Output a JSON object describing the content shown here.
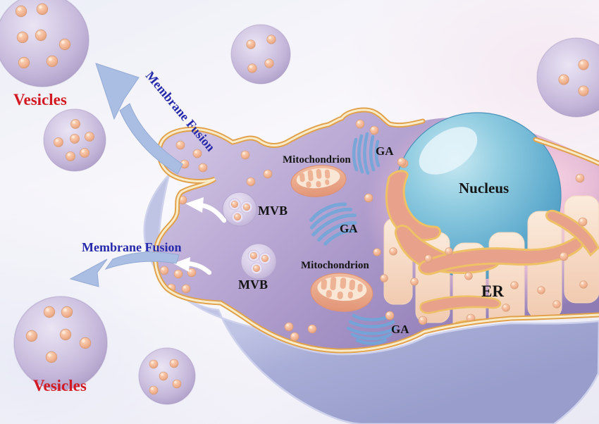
{
  "figure": {
    "type": "cell-biology-diagram",
    "description": "Cell releasing multivesicular-body cargo as extracellular vesicles via membrane fusion",
    "labels": {
      "vesicles_top": "Vesicles",
      "vesicles_bottom": "Vesicles",
      "membrane_fusion_top": "Membrane Fusion",
      "membrane_fusion_bottom": "Membrane Fusion",
      "nucleus": "Nucleus",
      "er": "ER",
      "ga_top": "GA",
      "ga_mid": "GA",
      "ga_bottom": "GA",
      "mitochondrion_top": "Mitochondrion",
      "mitochondrion_bottom": "Mitochondrion",
      "mvb_top": "MVB",
      "mvb_bottom": "MVB"
    },
    "colors": {
      "label_red": "#d31a22",
      "label_blue": "#2629aa",
      "label_black": "#141414",
      "membrane_gold": "#e8a94e",
      "membrane_cream": "#f8ecca",
      "cytoplasm_purple": "#a795c8",
      "perinuclear_pink": "#efc6dc",
      "nucleus_blue": "#5fb0d4",
      "er_peach": "#f3cdb4",
      "er_salmon": "#e8a28c",
      "golgi_blue": "#79a6d8",
      "vesicle_lavender": "#c7bada",
      "cargo_dot_peach": "#f0b091",
      "cell_body_blue": "#a3a8d3",
      "arrow_blue": "#a9bee2",
      "arrow_white": "#ffffff"
    }
  }
}
